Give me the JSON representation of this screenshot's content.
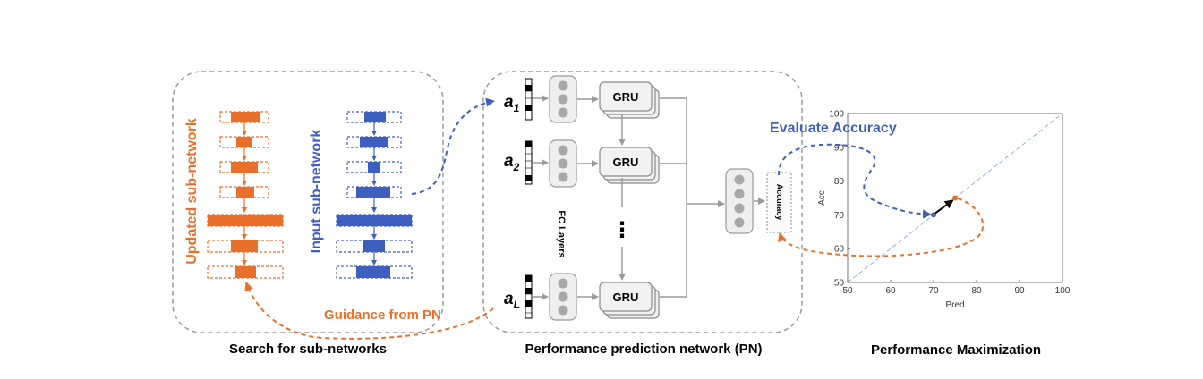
{
  "colors": {
    "orange": "#e8702a",
    "blue": "#3f5fc0",
    "gray_border": "#9a9a9a",
    "gru_fill": "#f2f2f2",
    "black": "#000000"
  },
  "left_panel": {
    "caption": "Search for sub-networks",
    "updated_label": "Updated sub-network",
    "input_label": "Input sub-network",
    "guidance_label": "Guidance from PN"
  },
  "middle_panel": {
    "caption": "Performance prediction network (PN)",
    "fc_label": "FC Layers",
    "gru_label": "GRU",
    "accuracy_label": "Accuracy",
    "ellipsis": "⋮",
    "inputs": [
      {
        "base": "a",
        "sub": "1"
      },
      {
        "base": "a",
        "sub": "2"
      },
      {
        "base": "a",
        "sub": "L"
      }
    ]
  },
  "right_panel": {
    "caption": "Performance Maximization",
    "evaluate_label": "Evaluate Accuracy"
  },
  "chart_data": {
    "type": "scatter",
    "xlabel": "Pred",
    "ylabel": "Acc",
    "xlim": [
      50,
      100
    ],
    "ylim": [
      50,
      100
    ],
    "xticks": [
      "50",
      "60",
      "70",
      "80",
      "90",
      "100"
    ],
    "yticks": [
      "50",
      "60",
      "70",
      "80",
      "90",
      "100"
    ],
    "reference_line": [
      [
        50,
        50
      ],
      [
        100,
        100
      ]
    ],
    "points": [
      {
        "x": 70,
        "y": 70,
        "color": "#3f5fc0"
      },
      {
        "x": 75,
        "y": 75,
        "color": "#e8702a"
      }
    ]
  }
}
